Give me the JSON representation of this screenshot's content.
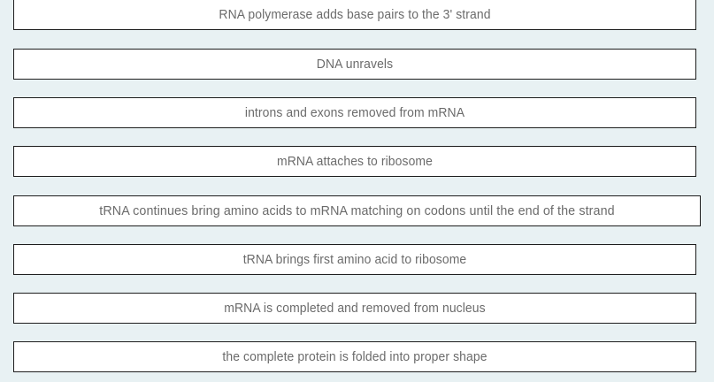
{
  "page": {
    "background_color": "#e8f1f3",
    "box_background_color": "#ffffff",
    "box_border_color": "#1d1d1d",
    "text_color": "#6b6b6b"
  },
  "ordering_list": {
    "items": [
      {
        "label": "RNA polymerase adds base pairs to the 3' strand"
      },
      {
        "label": "DNA unravels"
      },
      {
        "label": "introns and exons removed from mRNA"
      },
      {
        "label": "mRNA attaches to ribosome"
      },
      {
        "label": "tRNA continues bring amino acids to mRNA matching on codons until the end of the strand"
      },
      {
        "label": "tRNA brings first amino acid to ribosome"
      },
      {
        "label": "mRNA is completed and removed from nucleus"
      },
      {
        "label": "the complete protein is folded into proper shape"
      }
    ]
  }
}
